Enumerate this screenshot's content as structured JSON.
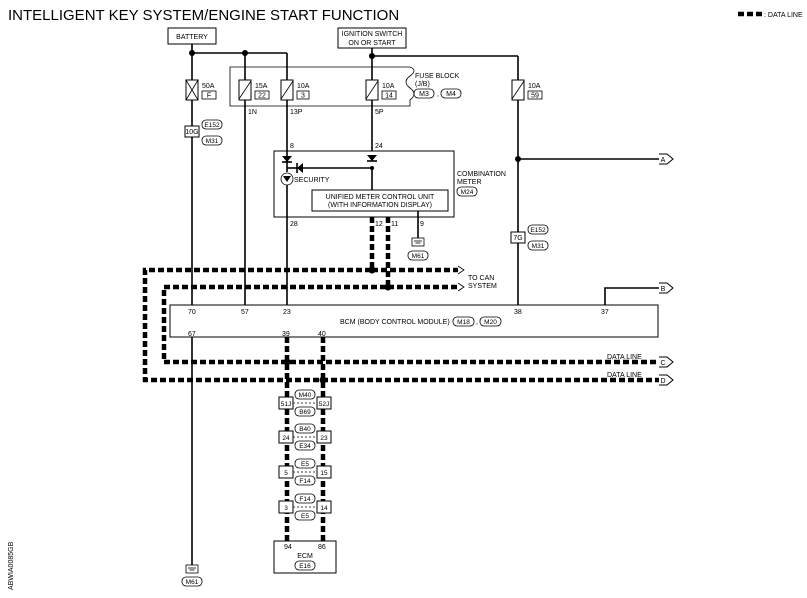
{
  "title": "INTELLIGENT KEY SYSTEM/ENGINE START FUNCTION",
  "legend": ": DATA LINE",
  "battery": "BATTERY",
  "ignition": [
    "IGNITION SWITCH",
    "ON OR START"
  ],
  "fuse_block": [
    "FUSE BLOCK",
    "(J/B)"
  ],
  "fuse_block_conn": [
    "M3",
    "M4"
  ],
  "fuses": [
    {
      "amp": "50A",
      "id": "F"
    },
    {
      "amp": "15A",
      "id": "22"
    },
    {
      "amp": "10A",
      "id": "3"
    },
    {
      "amp": "10A",
      "id": "14"
    },
    {
      "amp": "10A",
      "id": "59"
    }
  ],
  "fuse_pins": [
    "1N",
    "13P",
    "5P"
  ],
  "conn_10g": {
    "pin": "10G",
    "conns": [
      "E152",
      "M31"
    ]
  },
  "conn_7g": {
    "pin": "7G",
    "conns": [
      "E152",
      "M31"
    ]
  },
  "combination_meter": {
    "name": [
      "COMBINATION",
      "METER"
    ],
    "conn": "M24",
    "security": "SECURITY",
    "unit": [
      "UNIFIED METER CONTROL UNIT",
      "(WITH INFORMATION DISPLAY)"
    ],
    "pins": {
      "p8": "8",
      "p24": "24",
      "p28": "28",
      "p12": "12",
      "p11": "11",
      "p9": "9"
    }
  },
  "ground_m61": "M61",
  "to_can": [
    "TO CAN",
    "SYSTEM"
  ],
  "bcm": {
    "label": "BCM (BODY CONTROL MODULE)",
    "conns": [
      "M18",
      "M20"
    ],
    "top_pins": [
      "70",
      "57",
      "23",
      "38",
      "37"
    ],
    "bottom_pins": [
      "67",
      "39",
      "40"
    ]
  },
  "data_line": "DATA LINE",
  "off_page": [
    "A",
    "B",
    "C",
    "D"
  ],
  "joints": [
    {
      "conns": [
        "M40",
        "B69"
      ],
      "left": "51J",
      "right": "52J"
    },
    {
      "conns": [
        "B40",
        "E34"
      ],
      "left": "24",
      "right": "23"
    },
    {
      "conns": [
        "E5",
        "F14"
      ],
      "left": "5",
      "right": "15"
    },
    {
      "conns": [
        "F14",
        "E5"
      ],
      "left": "3",
      "right": "14"
    }
  ],
  "ecm": {
    "name": "ECM",
    "conn": "E16",
    "pins": [
      "94",
      "86"
    ]
  },
  "code": "ABWIA0085GB"
}
